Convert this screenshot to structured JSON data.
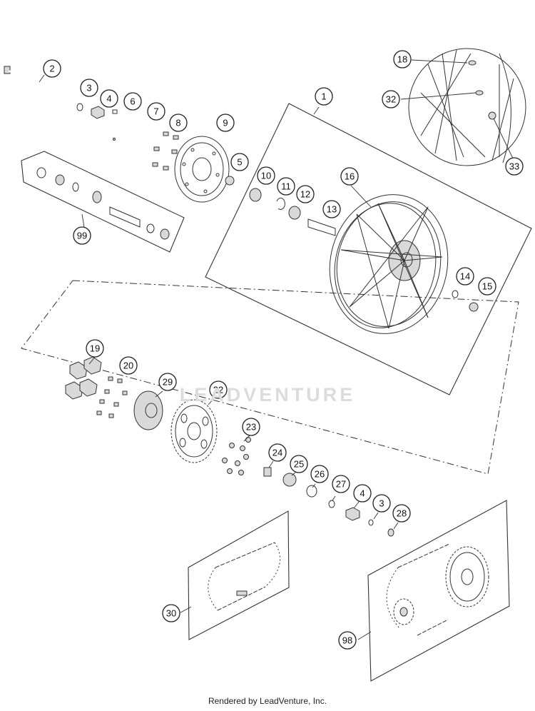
{
  "diagram": {
    "callouts": [
      "2",
      "3",
      "4",
      "6",
      "7",
      "8",
      "9",
      "5",
      "99",
      "1",
      "10",
      "11",
      "12",
      "13",
      "16",
      "14",
      "15",
      "18",
      "32",
      "33",
      "19",
      "20",
      "29",
      "22",
      "23",
      "24",
      "25",
      "26",
      "27",
      "4",
      "3",
      "28",
      "30",
      "98"
    ]
  },
  "watermark": {
    "text": "LEADVENTURE"
  },
  "footer": {
    "text": "Rendered by LeadVenture, Inc."
  }
}
